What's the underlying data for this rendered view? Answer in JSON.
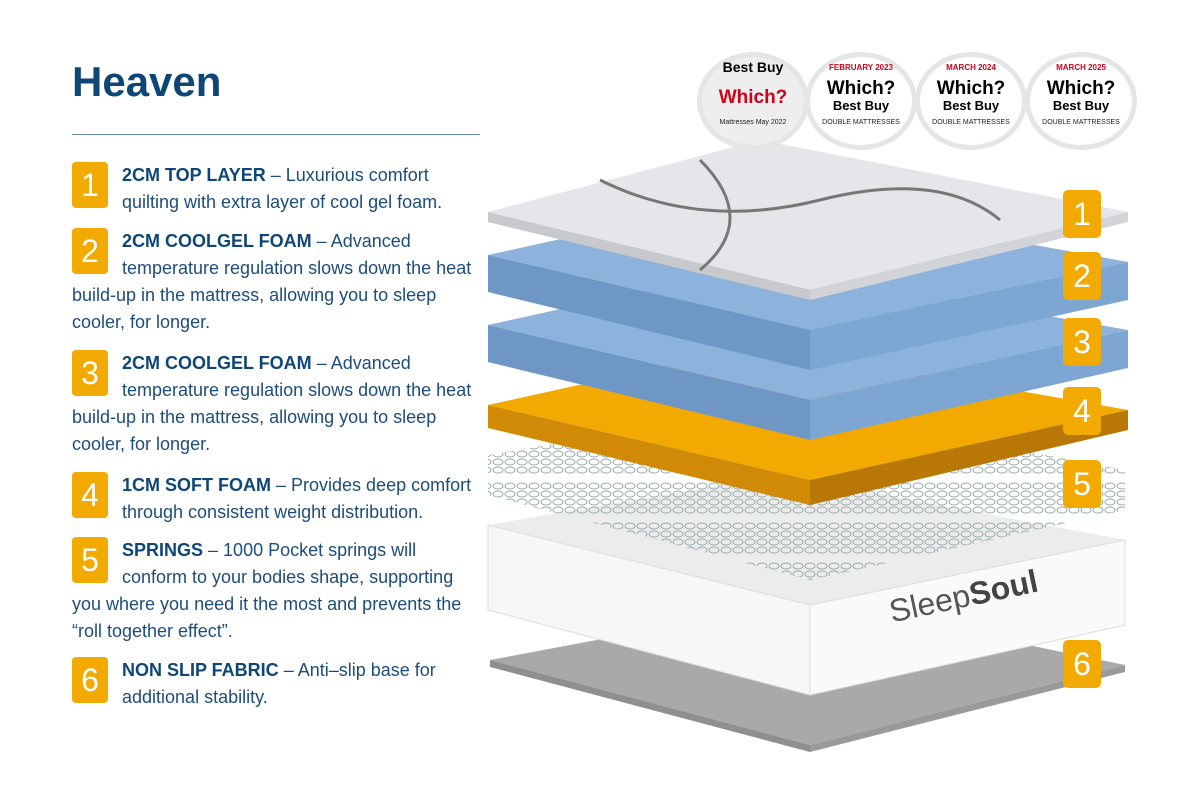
{
  "title": "Heaven",
  "items": [
    {
      "num": "1",
      "heading": "2CM TOP LAYER",
      "text": " – Luxurious comfort quilting with extra layer of cool gel foam."
    },
    {
      "num": "2",
      "heading": "2CM COOLGEL FOAM",
      "text": " – Advanced temperature regulation slows down the heat build-up in the mattress, allowing you to sleep cooler, for longer."
    },
    {
      "num": "3",
      "heading": "2CM COOLGEL FOAM",
      "text": " – Advanced temperature regulation slows down the heat build-up in the mattress, allowing you to sleep cooler, for longer."
    },
    {
      "num": "4",
      "heading": "1CM SOFT FOAM",
      "text": " – Provides deep comfort through consistent weight distribution."
    },
    {
      "num": "5",
      "heading": "SPRINGS",
      "text": " – 1000 Pocket springs will conform to your bodies shape, supporting you where you need it the most and prevents the “roll together effect”."
    },
    {
      "num": "6",
      "heading": "NON SLIP FABRIC",
      "text": " – Anti–slip base for additional stability."
    }
  ],
  "badges": [
    {
      "top": "Best Buy",
      "which": "Which?",
      "bottom": "Mattresses May 2022"
    },
    {
      "top": "FEBRUARY 2023",
      "which": "Which?",
      "best": "Best Buy",
      "bottom": "DOUBLE MATTRESSES"
    },
    {
      "top": "MARCH 2024",
      "which": "Which?",
      "best": "Best Buy",
      "bottom": "DOUBLE MATTRESSES"
    },
    {
      "top": "MARCH 2025",
      "which": "Which?",
      "best": "Best Buy",
      "bottom": "DOUBLE MATTRESSES"
    }
  ],
  "logo": {
    "part1": "Sleep",
    "part2": "Soul"
  },
  "colors": {
    "accent": "#f2a900",
    "title": "#0d4677",
    "text": "#1d4d7c",
    "gel": "#7fa8d4",
    "soft_foam": "#e8a20c"
  }
}
